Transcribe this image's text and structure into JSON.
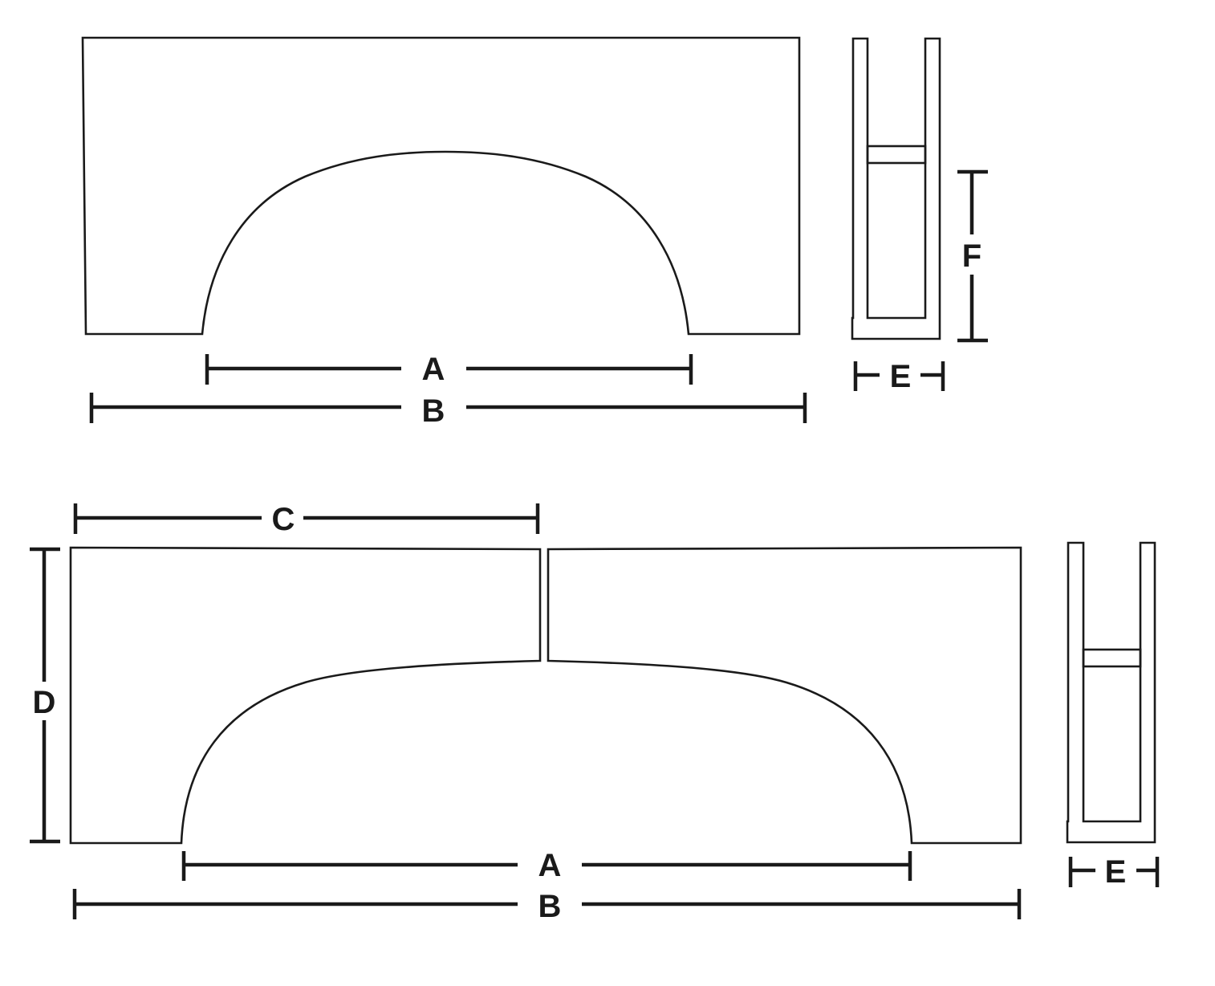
{
  "diagram": {
    "title": "",
    "colors": {
      "line": "#1a1a1a",
      "background": "#ffffff"
    },
    "top_view": {
      "name": "single-arch-panel",
      "labels": {
        "arch_width": "A",
        "overall_width": "B"
      }
    },
    "top_profile": {
      "name": "single-u-channel-profile",
      "labels": {
        "width": "E",
        "height": "F"
      }
    },
    "bottom_view": {
      "name": "double-arch-panel-split",
      "labels": {
        "arch_width": "A",
        "overall_width": "B",
        "half_width": "C",
        "height": "D"
      }
    },
    "bottom_profile": {
      "name": "double-u-channel-profile",
      "labels": {
        "width": "E"
      }
    }
  }
}
